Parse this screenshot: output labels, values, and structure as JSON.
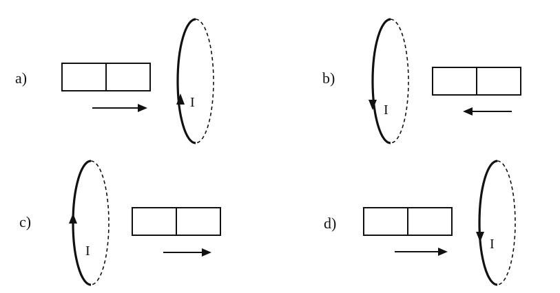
{
  "panels": [
    {
      "label": "a)",
      "current_label": "I"
    },
    {
      "label": "b)",
      "current_label": "I"
    },
    {
      "label": "c)",
      "current_label": "I"
    },
    {
      "label": "d)",
      "current_label": "I"
    }
  ]
}
